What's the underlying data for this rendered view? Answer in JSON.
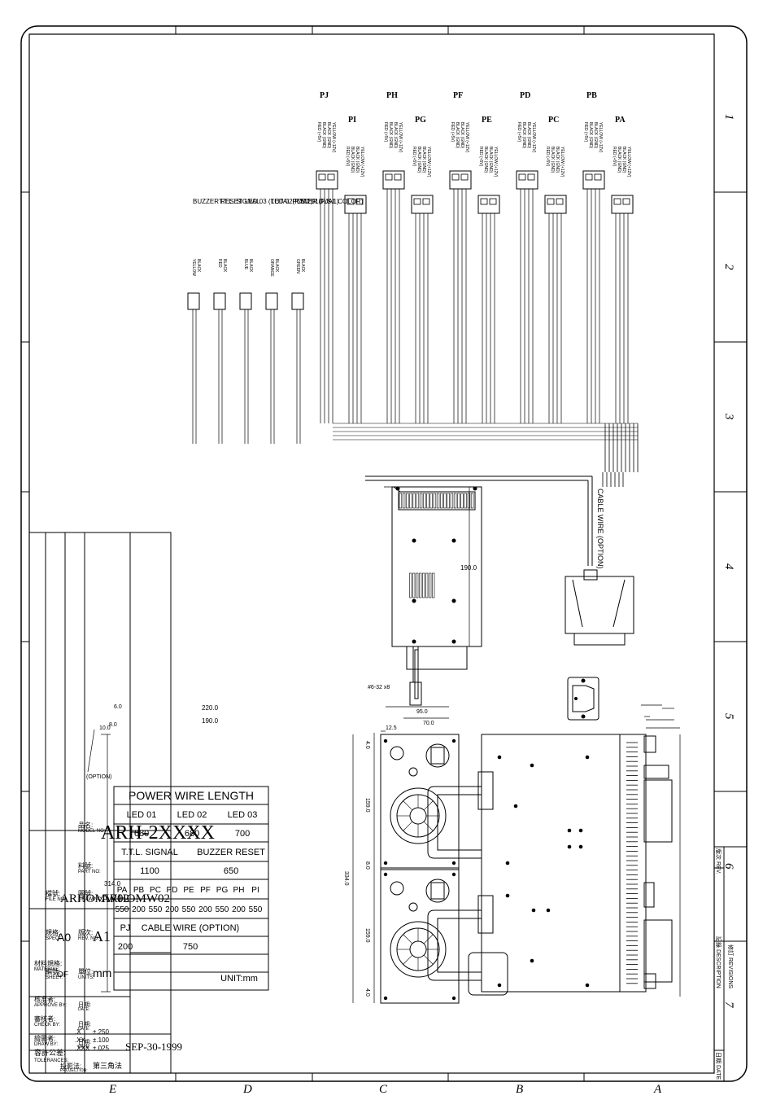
{
  "zones_top": [
    "1",
    "2",
    "3",
    "4",
    "5",
    "6",
    "7"
  ],
  "zones_side": [
    "A",
    "B",
    "C",
    "D",
    "E"
  ],
  "revisions": {
    "title_cn": "修訂",
    "title": "REVISIONS",
    "rev_cn": "版次",
    "rev": "REV.",
    "desc_cn": "記錄",
    "desc": "DESCRIPTION",
    "date_cn": "日期",
    "date": "DATE"
  },
  "connectors": [
    {
      "id": "PA",
      "colors": [
        "YELLOW (+12V)",
        "BLACK (GND)",
        "BLACK (GND)",
        "RED (+5V)"
      ]
    },
    {
      "id": "PB",
      "colors": [
        "YELLOW (+12V)",
        "BLACK (GND)",
        "BLACK (GND)",
        "RED (+5V)"
      ]
    },
    {
      "id": "PC",
      "colors": [
        "YELLOW (+12V)",
        "BLACK (GND)",
        "BLACK (GND)",
        "RED (+5V)"
      ]
    },
    {
      "id": "PD",
      "colors": [
        "YELLOW (+12V)",
        "BLACK (GND)",
        "BLACK (GND)",
        "RED (+5V)"
      ]
    },
    {
      "id": "PE",
      "colors": [
        "YELLOW (+12V)",
        "BLACK (GND)",
        "BLACK (GND)",
        "RED (+5V)"
      ]
    },
    {
      "id": "PF",
      "colors": [
        "YELLOW (+12V)",
        "BLACK (GND)",
        "BLACK (GND)",
        "RED (+5V)"
      ]
    },
    {
      "id": "PG",
      "colors": [
        "YELLOW (+12V)",
        "BLACK (GND)",
        "BLACK (GND)",
        "RED (+5V)"
      ]
    },
    {
      "id": "PH",
      "colors": [
        "YELLOW (+12V)",
        "BLACK (GND)",
        "BLACK (GND)",
        "RED (+5V)"
      ]
    },
    {
      "id": "PI",
      "colors": [
        "YELLOW (+12V)",
        "BLACK (GND)",
        "BLACK (GND)",
        "RED (+5V)"
      ]
    },
    {
      "id": "PJ",
      "colors": [
        "YELLOW (+12V)",
        "BLACK (GND)",
        "BLACK (GND)",
        "RED (+5V)"
      ]
    }
  ],
  "signals": [
    {
      "colors": [
        "BLACK",
        "GREEN"
      ],
      "label": "LED 01(P/S 1)"
    },
    {
      "colors": [
        "BLACK",
        "ORANGE"
      ],
      "label": "LED 02(P/S 2)"
    },
    {
      "colors": [
        "BLACK",
        "BLUE"
      ],
      "label": "LED 03 (TOTAL POWER DUAL COLOR)"
    },
    {
      "colors": [
        "BLACK",
        "RED"
      ],
      "label": "T.T.L. SIGNAL"
    },
    {
      "colors": [
        "BLACK",
        "YELLOW"
      ],
      "label": "BUZZER RESET"
    }
  ],
  "cable_wire_label": "CABLE WIRE (OPTION)",
  "dims": {
    "top_190": "190.0",
    "d_220": "220.0",
    "d_190": "190.0",
    "d_6": "6.0",
    "d_10": "10.0",
    "d_8a": "8.0",
    "option": "(OPTION)",
    "d_314": "314.0",
    "d_95": "95.0",
    "d_70": "70.0",
    "d_125": "12.5",
    "d_4a": "4.0",
    "d_159a": "159.0",
    "d_8b": "8.0",
    "d_334": "334.0",
    "d_159b": "159.0",
    "d_4b": "4.0",
    "screw": "#6-32 x8"
  },
  "wire_table": {
    "title": "POWER WIRE LENGTH",
    "r1h": [
      "LED 01",
      "LED 02",
      "LED 03"
    ],
    "r1v": [
      "680",
      "680",
      "700"
    ],
    "r2h": [
      "T.T.L. SIGNAL",
      "BUZZER RESET"
    ],
    "r2v": [
      "1100",
      "650"
    ],
    "r3h": [
      "PA",
      "PB",
      "PC",
      "PD",
      "PE",
      "PF",
      "PG",
      "PH",
      "PI"
    ],
    "r3v": [
      "550",
      "200",
      "550",
      "200",
      "550",
      "200",
      "550",
      "200",
      "550"
    ],
    "r4h": [
      "PJ",
      "CABLE WIRE (OPTION)"
    ],
    "r4v": [
      "200",
      "750"
    ],
    "unit": "UNIT:mm"
  },
  "title_block": {
    "tolerance_cn": "容許公差:",
    "tolerance": "TOLERANCES:",
    "tol_xxx": ".XXX",
    "tol_xxx_v": "±.025",
    "tol_xx": ".XX",
    "tol_xx_v": "±.100",
    "tol_x": ".X",
    "tol_x_v": "±.250",
    "projection_cn": "投影法:",
    "projection": "PROJECTION:",
    "projection_v": "第三角法",
    "material_cn": "材料規格:",
    "material": "MATERIAL:",
    "approve_cn": "核准者:",
    "approve": "APPROVE BY:",
    "check_cn": "審核者:",
    "check": "CHECK BY:",
    "draw_cn": "繪圖者:",
    "draw": "DRAW BY:",
    "date1_cn": "日期:",
    "date1": "DATE:",
    "date2_cn": "日期:",
    "date2": "DATE:",
    "date3_cn": "日期:",
    "date3": "DATE:",
    "date_v": "SEP-30-1999",
    "model_cn": "品名:",
    "model": "MODEL NO:",
    "model_v": "ARH-2XXXX",
    "part_cn": "料號:",
    "part": "PART NO:",
    "drawno_cn": "圖號:",
    "drawno": "DRAW NO:",
    "drawno_v": "ARHOMW02",
    "fileno_cn": "檔號:",
    "fileno": "FILE NO:",
    "fileno_v": "ARHOMW02",
    "units_cn": "單位:",
    "units": "UNITS:",
    "units_v": "mm",
    "rev_cn": "版次:",
    "rev": "REV. NO:",
    "rev_v": "A1",
    "spec_cn": "規格:",
    "spec": "SPEC.:",
    "spec_v": "A0",
    "sheet_cn": "編號:",
    "sheet": "SHEET:",
    "sheet_v": "OF"
  }
}
